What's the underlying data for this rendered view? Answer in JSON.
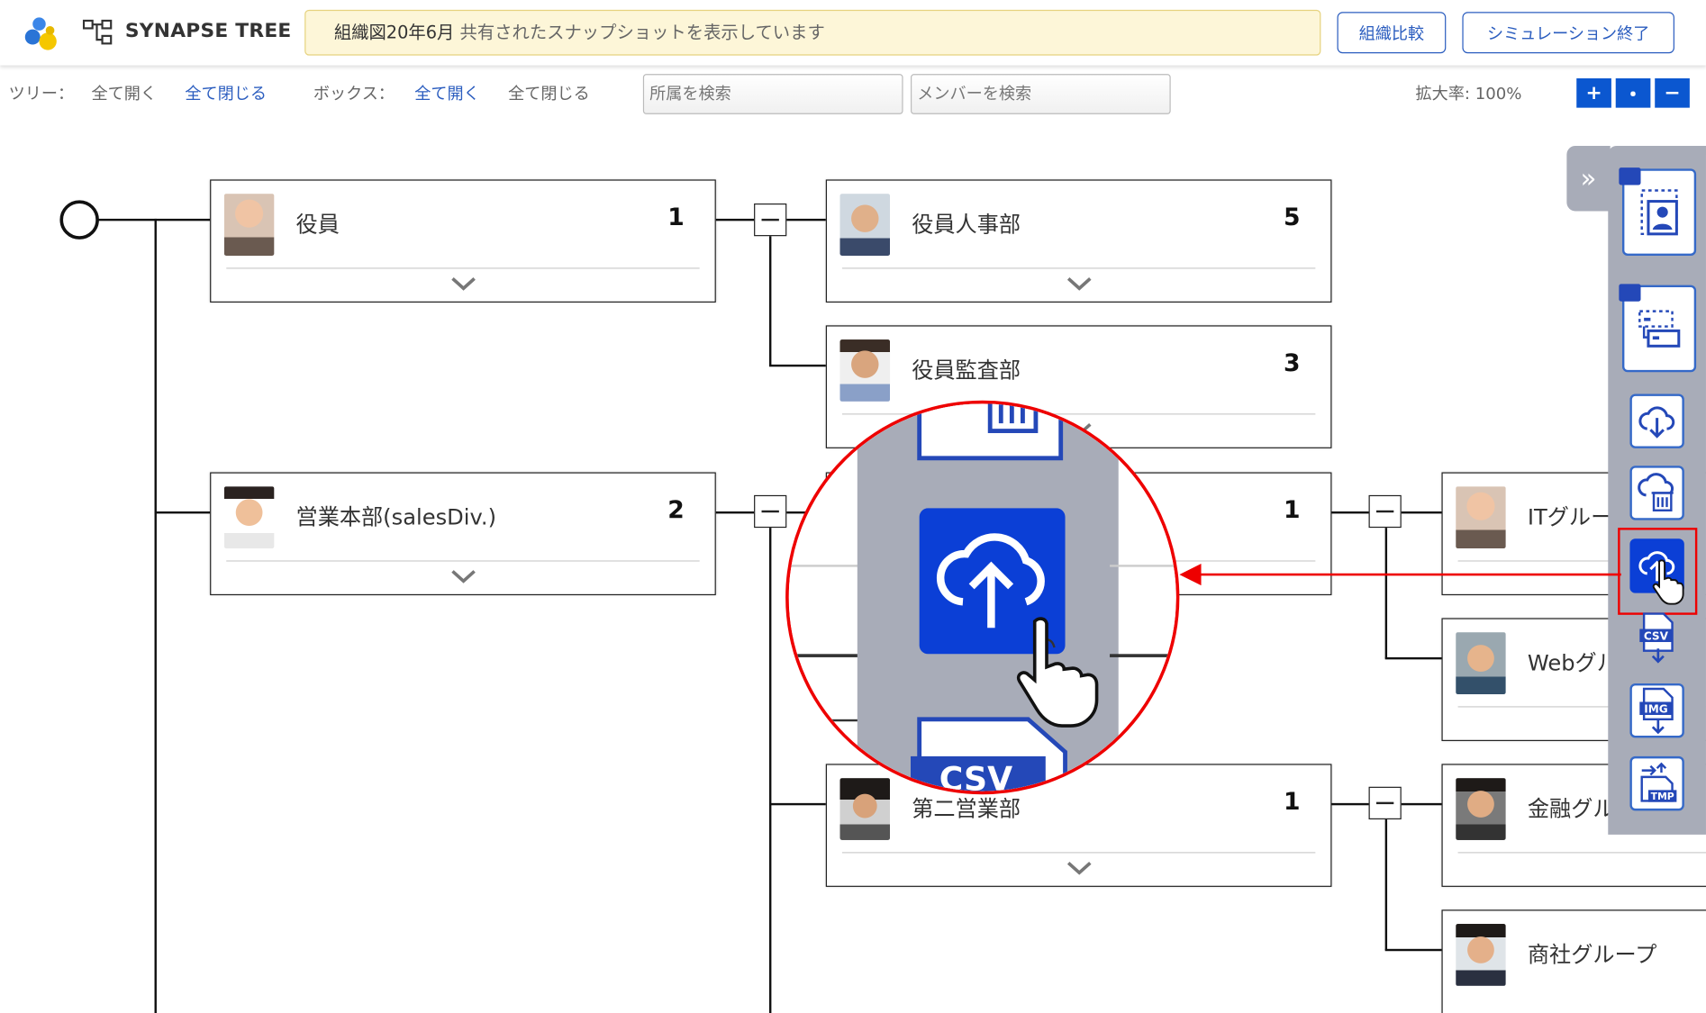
{
  "header": {
    "app_title": "SYNAPSE TREE",
    "banner_title": "組織図20年6月",
    "banner_text": "共有されたスナップショットを表示しています",
    "compare_button": "組織比較",
    "end_simulation_button": "シミュレーション終了"
  },
  "toolbar": {
    "tree_label": "ツリー：",
    "tree_open_all": "全て開く",
    "tree_close_all": "全て閉じる",
    "box_label": "ボックス：",
    "box_open_all": "全て開く",
    "box_close_all": "全て閉じる",
    "dept_search_placeholder": "所属を検索",
    "member_search_placeholder": "メンバーを検索",
    "zoom_label": "拡大率:",
    "zoom_value": "100%",
    "zoom_in": "+",
    "zoom_reset": "・",
    "zoom_out": "−"
  },
  "org": {
    "executives": {
      "name": "役員",
      "count": "1"
    },
    "exec_hr": {
      "name": "役員人事部",
      "count": "5"
    },
    "exec_audit": {
      "name": "役員監査部",
      "count": "3"
    },
    "sales_div": {
      "name": "営業本部(salesDiv.)",
      "count": "2"
    },
    "sales_1": {
      "name": "",
      "count": "1"
    },
    "sales_2": {
      "name": "第二営業部",
      "count": "1"
    },
    "it_group": {
      "name": "ITグループ"
    },
    "web_group": {
      "name": "Webグループ"
    },
    "finance_group": {
      "name": "金融グループ"
    },
    "trading_group": {
      "name": "商社グループ"
    }
  },
  "side_panel": {
    "icons": [
      "org-chart-person-icon",
      "org-chart-list-icon",
      "cloud-download-icon",
      "cloud-delete-icon",
      "cloud-upload-icon",
      "csv-download-icon",
      "img-download-icon",
      "tmp-transfer-icon"
    ]
  },
  "magnifier": {
    "csv_label": "CSV"
  },
  "colors": {
    "accent": "#2b5dbf",
    "active": "#0b3fd6",
    "highlight": "#e00000",
    "banner_bg": "#fdf6d8",
    "panel": "#a8acb8"
  }
}
